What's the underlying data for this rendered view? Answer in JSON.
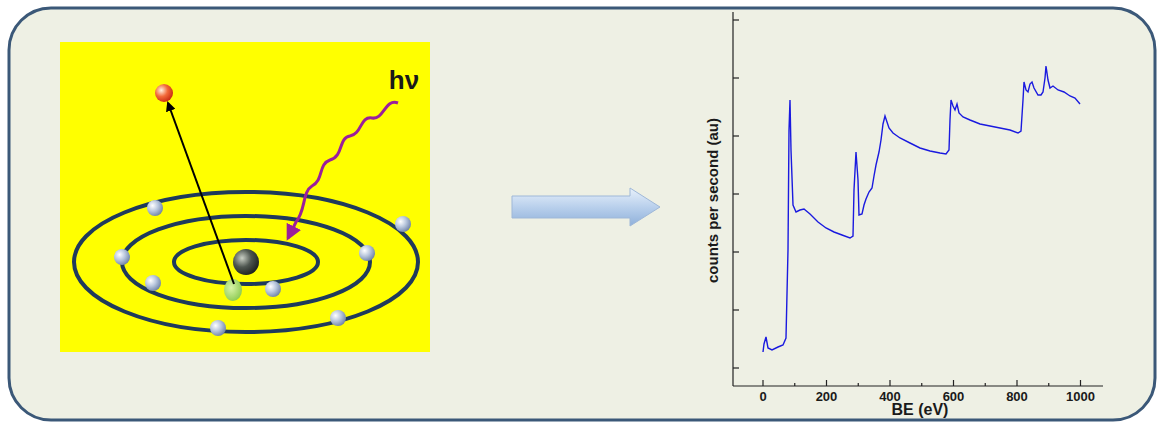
{
  "diagram": {
    "labels": [
      "hν",
      "counts per second (au)",
      "BE (eV)",
      "0",
      "200",
      "400",
      "600",
      "800",
      "1000"
    ]
  }
}
